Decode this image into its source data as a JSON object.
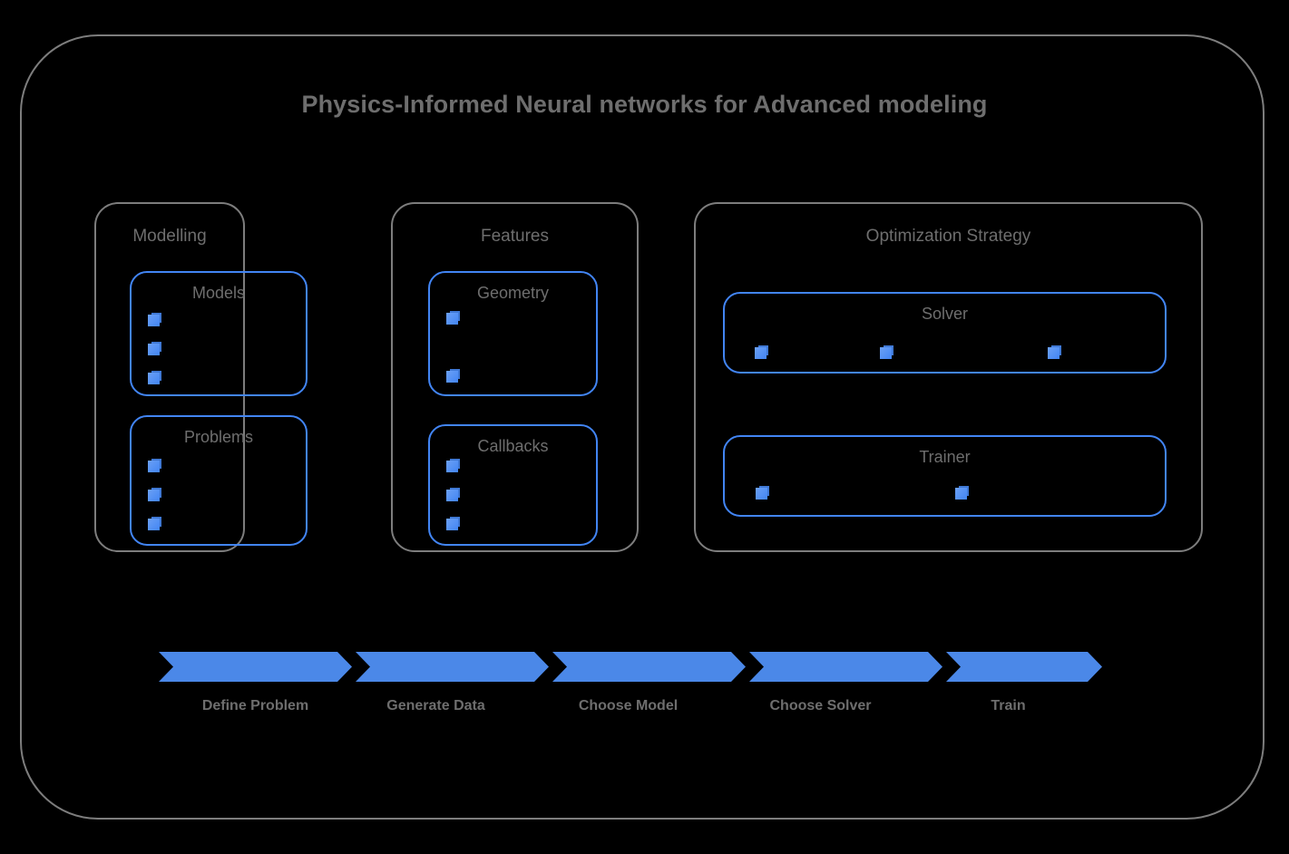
{
  "diagram": {
    "title": "Physics-Informed Neural networks for Advanced modeling",
    "colors": {
      "background": "#000000",
      "frame_stroke": "#7d7d7d",
      "text": "#6e6e6e",
      "accent_blue": "#4285f4",
      "chevron_blue": "#4b88e8"
    }
  },
  "groups": [
    {
      "title": "Modelling",
      "boxes": [
        {
          "title": "Models",
          "items": [
            "",
            "",
            ""
          ]
        },
        {
          "title": "Problems",
          "items": [
            "",
            "",
            ""
          ]
        }
      ]
    },
    {
      "title": "Features",
      "boxes": [
        {
          "title": "Geometry",
          "items": [
            "",
            ""
          ]
        },
        {
          "title": "Callbacks",
          "items": [
            "",
            "",
            ""
          ]
        }
      ]
    },
    {
      "title": "Optimization Strategy",
      "boxes": [
        {
          "title": "Solver",
          "items": [
            "",
            "",
            ""
          ]
        },
        {
          "title": "Trainer",
          "items": [
            "",
            ""
          ]
        }
      ]
    }
  ],
  "pipeline": {
    "stages": [
      {
        "label": "Define Problem"
      },
      {
        "label": "Generate Data"
      },
      {
        "label": "Choose Model"
      },
      {
        "label": "Choose Solver"
      },
      {
        "label": "Train"
      }
    ]
  }
}
